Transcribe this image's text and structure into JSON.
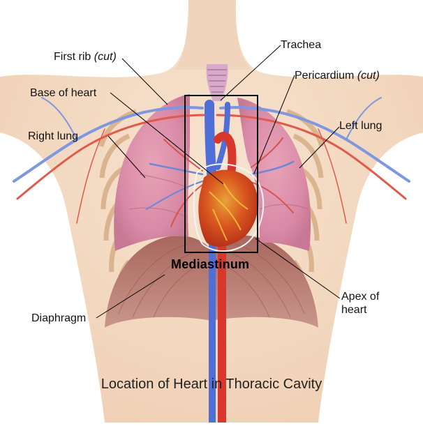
{
  "labels": {
    "first_rib": "First rib",
    "first_rib_note": "(cut)",
    "trachea": "Trachea",
    "pericardium": "Pericardium",
    "pericardium_note": "(cut)",
    "base_of_heart": "Base of heart",
    "right_lung": "Right lung",
    "left_lung": "Left lung",
    "apex_line1": "Apex of",
    "apex_line2": "heart",
    "diaphragm": "Diaphragm",
    "mediastinum": "Mediastinum"
  },
  "caption": "Location of Heart in Thoracic Cavity"
}
